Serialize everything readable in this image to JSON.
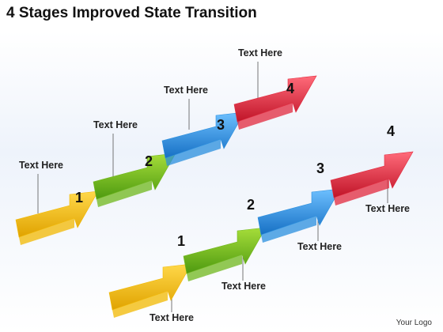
{
  "title": "4 Stages Improved State Transition",
  "logo_text": "Your Logo",
  "colors": {
    "stage1": "#f2b800",
    "stage2": "#6fb71c",
    "stage3": "#2a8fde",
    "stage4": "#e2283d"
  },
  "tracks": [
    {
      "id": "upper",
      "stages": [
        {
          "number": "1",
          "label": "Text Here",
          "color_key": "stage1"
        },
        {
          "number": "2",
          "label": "Text Here",
          "color_key": "stage2"
        },
        {
          "number": "3",
          "label": "Text Here",
          "color_key": "stage3"
        },
        {
          "number": "4",
          "label": "Text Here",
          "color_key": "stage4"
        }
      ]
    },
    {
      "id": "lower",
      "stages": [
        {
          "number": "1",
          "label": "Text Here",
          "color_key": "stage1"
        },
        {
          "number": "2",
          "label": "Text Here",
          "color_key": "stage2"
        },
        {
          "number": "3",
          "label": "Text Here",
          "color_key": "stage3"
        },
        {
          "number": "4",
          "label": "Text Here",
          "color_key": "stage4"
        }
      ]
    }
  ]
}
